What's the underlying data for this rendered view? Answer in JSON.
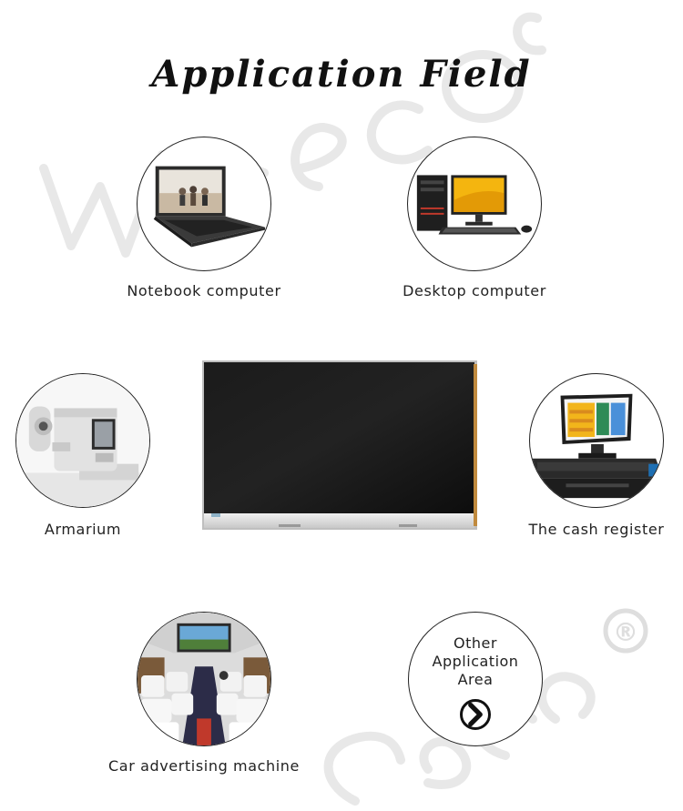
{
  "title": "Application Field",
  "watermark": {
    "brand_text": "Wiseco",
    "registered_mark": "®"
  },
  "applications": [
    {
      "label": "Notebook computer",
      "icon": "laptop-icon"
    },
    {
      "label": "Desktop computer",
      "icon": "desktop-computer-icon"
    },
    {
      "label": "Armarium",
      "icon": "medical-equipment-icon"
    },
    {
      "label": "The cash register",
      "icon": "cash-register-icon"
    },
    {
      "label": "Car advertising machine",
      "icon": "bus-display-icon"
    }
  ],
  "product": {
    "icon": "lcd-panel-icon"
  },
  "other": {
    "line1": "Other",
    "line2": "Application",
    "line3": "Area",
    "icon": "chevron-right-icon"
  },
  "colors": {
    "title": "#111111",
    "circle_border": "#222222",
    "panel_screen": "#111111",
    "panel_frame": "#d9d9d9",
    "watermark": "#e6e6e6"
  }
}
